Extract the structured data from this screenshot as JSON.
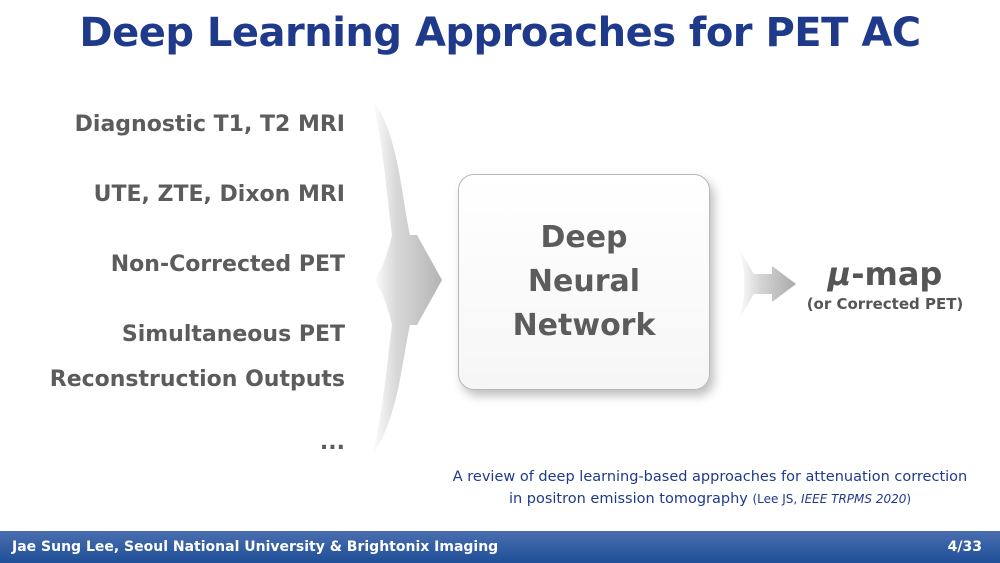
{
  "slide": {
    "title": "Deep Learning Approaches for PET AC"
  },
  "inputs": [
    "Diagnostic T1, T2 MRI",
    "UTE, ZTE, Dixon MRI",
    "Non-Corrected PET",
    "Simultaneous PET",
    "Reconstruction Outputs",
    "..."
  ],
  "network": {
    "lines": [
      "Deep",
      "Neural",
      "Network"
    ]
  },
  "output": {
    "mu_symbol": "μ",
    "main_suffix": "-map",
    "sub": "(or Corrected PET)"
  },
  "reference": {
    "line1": "A review of deep learning-based approaches for attenuation correction",
    "line2": "in positron emission tomography",
    "cite_prefix": "(Lee JS, ",
    "journal": "IEEE TRPMS 2020",
    "cite_suffix": ")"
  },
  "footer": {
    "author": "Jae Sung Lee, Seoul National University & Brightonix Imaging",
    "page": "4/33"
  },
  "colors": {
    "title": "#1f3a8a",
    "footer_bar": "#1f4f97",
    "text_gray": "#5c5c5c"
  }
}
